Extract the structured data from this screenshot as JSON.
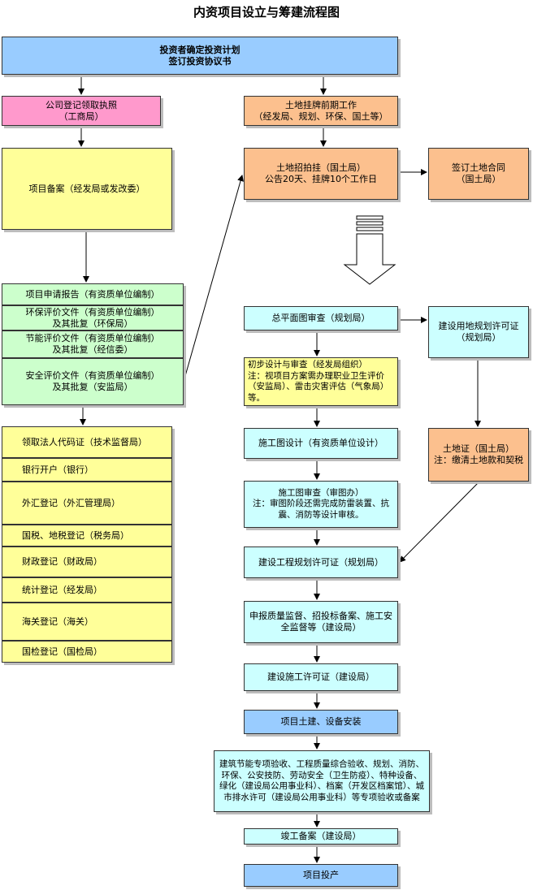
{
  "title": "内资项目设立与筹建流程图",
  "boxes": {
    "investor_plan": "投资者确定投资计划\n签订投资协议书",
    "company_registration": "公司登记领取执照\n（工商局）",
    "land_preliminary": "土地挂牌前期工作\n（经发局、规划、环保、国土等）",
    "project_filing": "项目备案（经发局或发改委）",
    "land_bidding": "土地招拍挂（国土局）\n公告20天、挂牌10个工作日",
    "land_contract": "签订土地合同\n（国土局）",
    "application_report": "项目申请报告（有资质单位编制）",
    "environmental_assessment": "环保评价文件（有资质单位编制）\n及其批复（环保局）",
    "energy_assessment": "节能评价文件（有资质单位编制）\n及其批复（经信委）",
    "safety_assessment": "安全评价文件（有资质单位编制）\n及其批复（安监局）",
    "master_plan_review": "总平面图审查（规划局）",
    "land_planning_permit": "建设用地规划许可证\n（规划局）",
    "preliminary_design": "初步设计与审查（经发局组织）\n注：视项目方案需办理职业卫生评价（安监局）、雷击灾害评估（气象局）等。",
    "org_code": "领取法人代码证（技术监督局）",
    "bank_account": "银行开户（银行）",
    "forex_registration": "外汇登记（外汇管理局）",
    "tax_registration": "国税、地税登记（税务局）",
    "finance_registration": "财政登记（财政局）",
    "statistics_registration": "统计登记（经发局）",
    "customs_registration": "海关登记（海关）",
    "inspection_registration": "国检登记（国检局）",
    "construction_drawing_design": "施工图设计（有资质单位设计）",
    "land_certificate": "土地证（国土局）\n注：缴清土地款和契税",
    "drawing_review": "施工图审查（审图办）\n注：审图阶段还需完成防雷装置、抗震、消防等设计审核。",
    "engineering_planning_permit": "建设工程规划许可证（规划局）",
    "quality_safety_supervision": "申报质量监督、招投标备案、施工安全监督等（建设局）",
    "construction_permit": "建设施工许可证（建设局）",
    "civil_installation": "项目土建、设备安装",
    "acceptance": "建筑节能专项验收、工程质量综合验收、规划、消防、环保、公安技防、劳动安全（卫生防疫）、特种设备、绿化（建设局公用事业科）、档案（开发区档案馆）、城市排水许可（建设局公用事业科）等专项验收或备案",
    "completion_filing": "竣工备案（建设局）",
    "production": "项目投产"
  },
  "colors": {
    "blue": "#99ccff",
    "pink": "#ff99cc",
    "orange": "#fcc08e",
    "yellow": "#ffff99",
    "green": "#ccffcc",
    "cyan": "#ccffff",
    "border": "#333333"
  },
  "icons": {
    "big_arrow": "hollow-down-arrow-icon"
  }
}
